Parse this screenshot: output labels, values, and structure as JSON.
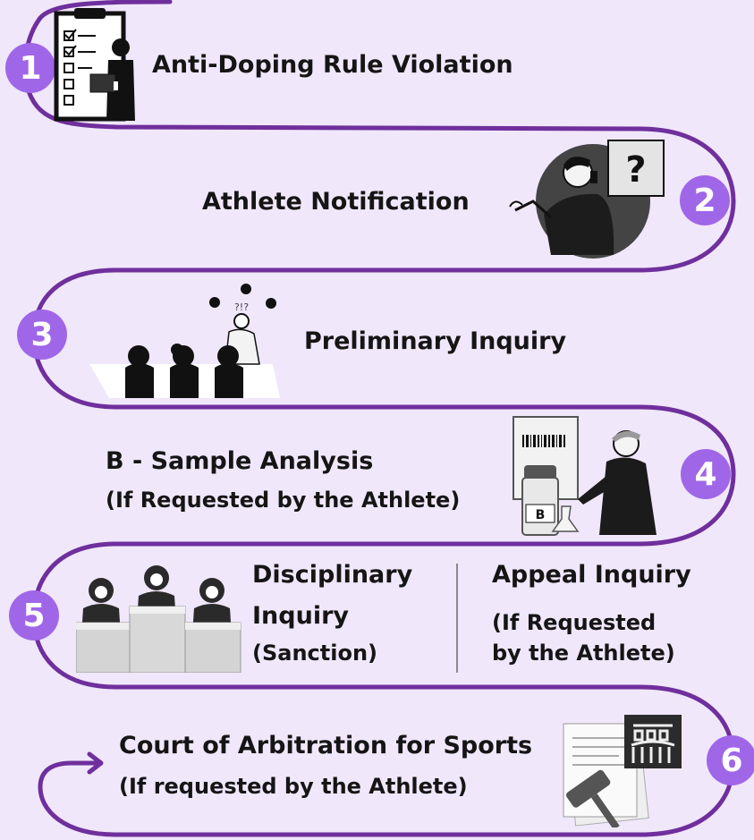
{
  "steps": [
    {
      "number": "1",
      "title": "Anti-Doping Rule Violation"
    },
    {
      "number": "2",
      "title": "Athlete Notification"
    },
    {
      "number": "3",
      "title": "Preliminary Inquiry"
    },
    {
      "number": "4",
      "title": "B - Sample Analysis",
      "subtitle": "(If Requested by the Athlete)",
      "vial_label": "B"
    },
    {
      "number": "5",
      "left": {
        "title_line1": "Disciplinary",
        "title_line2": "Inquiry",
        "subtitle": "(Sanction)"
      },
      "right": {
        "title": "Appeal Inquiry",
        "subtitle_line1": "(If Requested",
        "subtitle_line2": "by the Athlete)"
      }
    },
    {
      "number": "6",
      "title": "Court of Arbitration for Sports",
      "subtitle": "(If requested by the Athlete)"
    }
  ],
  "illustrations": {
    "notification_symbol": "?",
    "inquiry_symbols": "?!?"
  },
  "colors": {
    "background": "#f0e7fb",
    "path": "#6f2f9c",
    "badge": "#a066e8",
    "text": "#151515"
  }
}
